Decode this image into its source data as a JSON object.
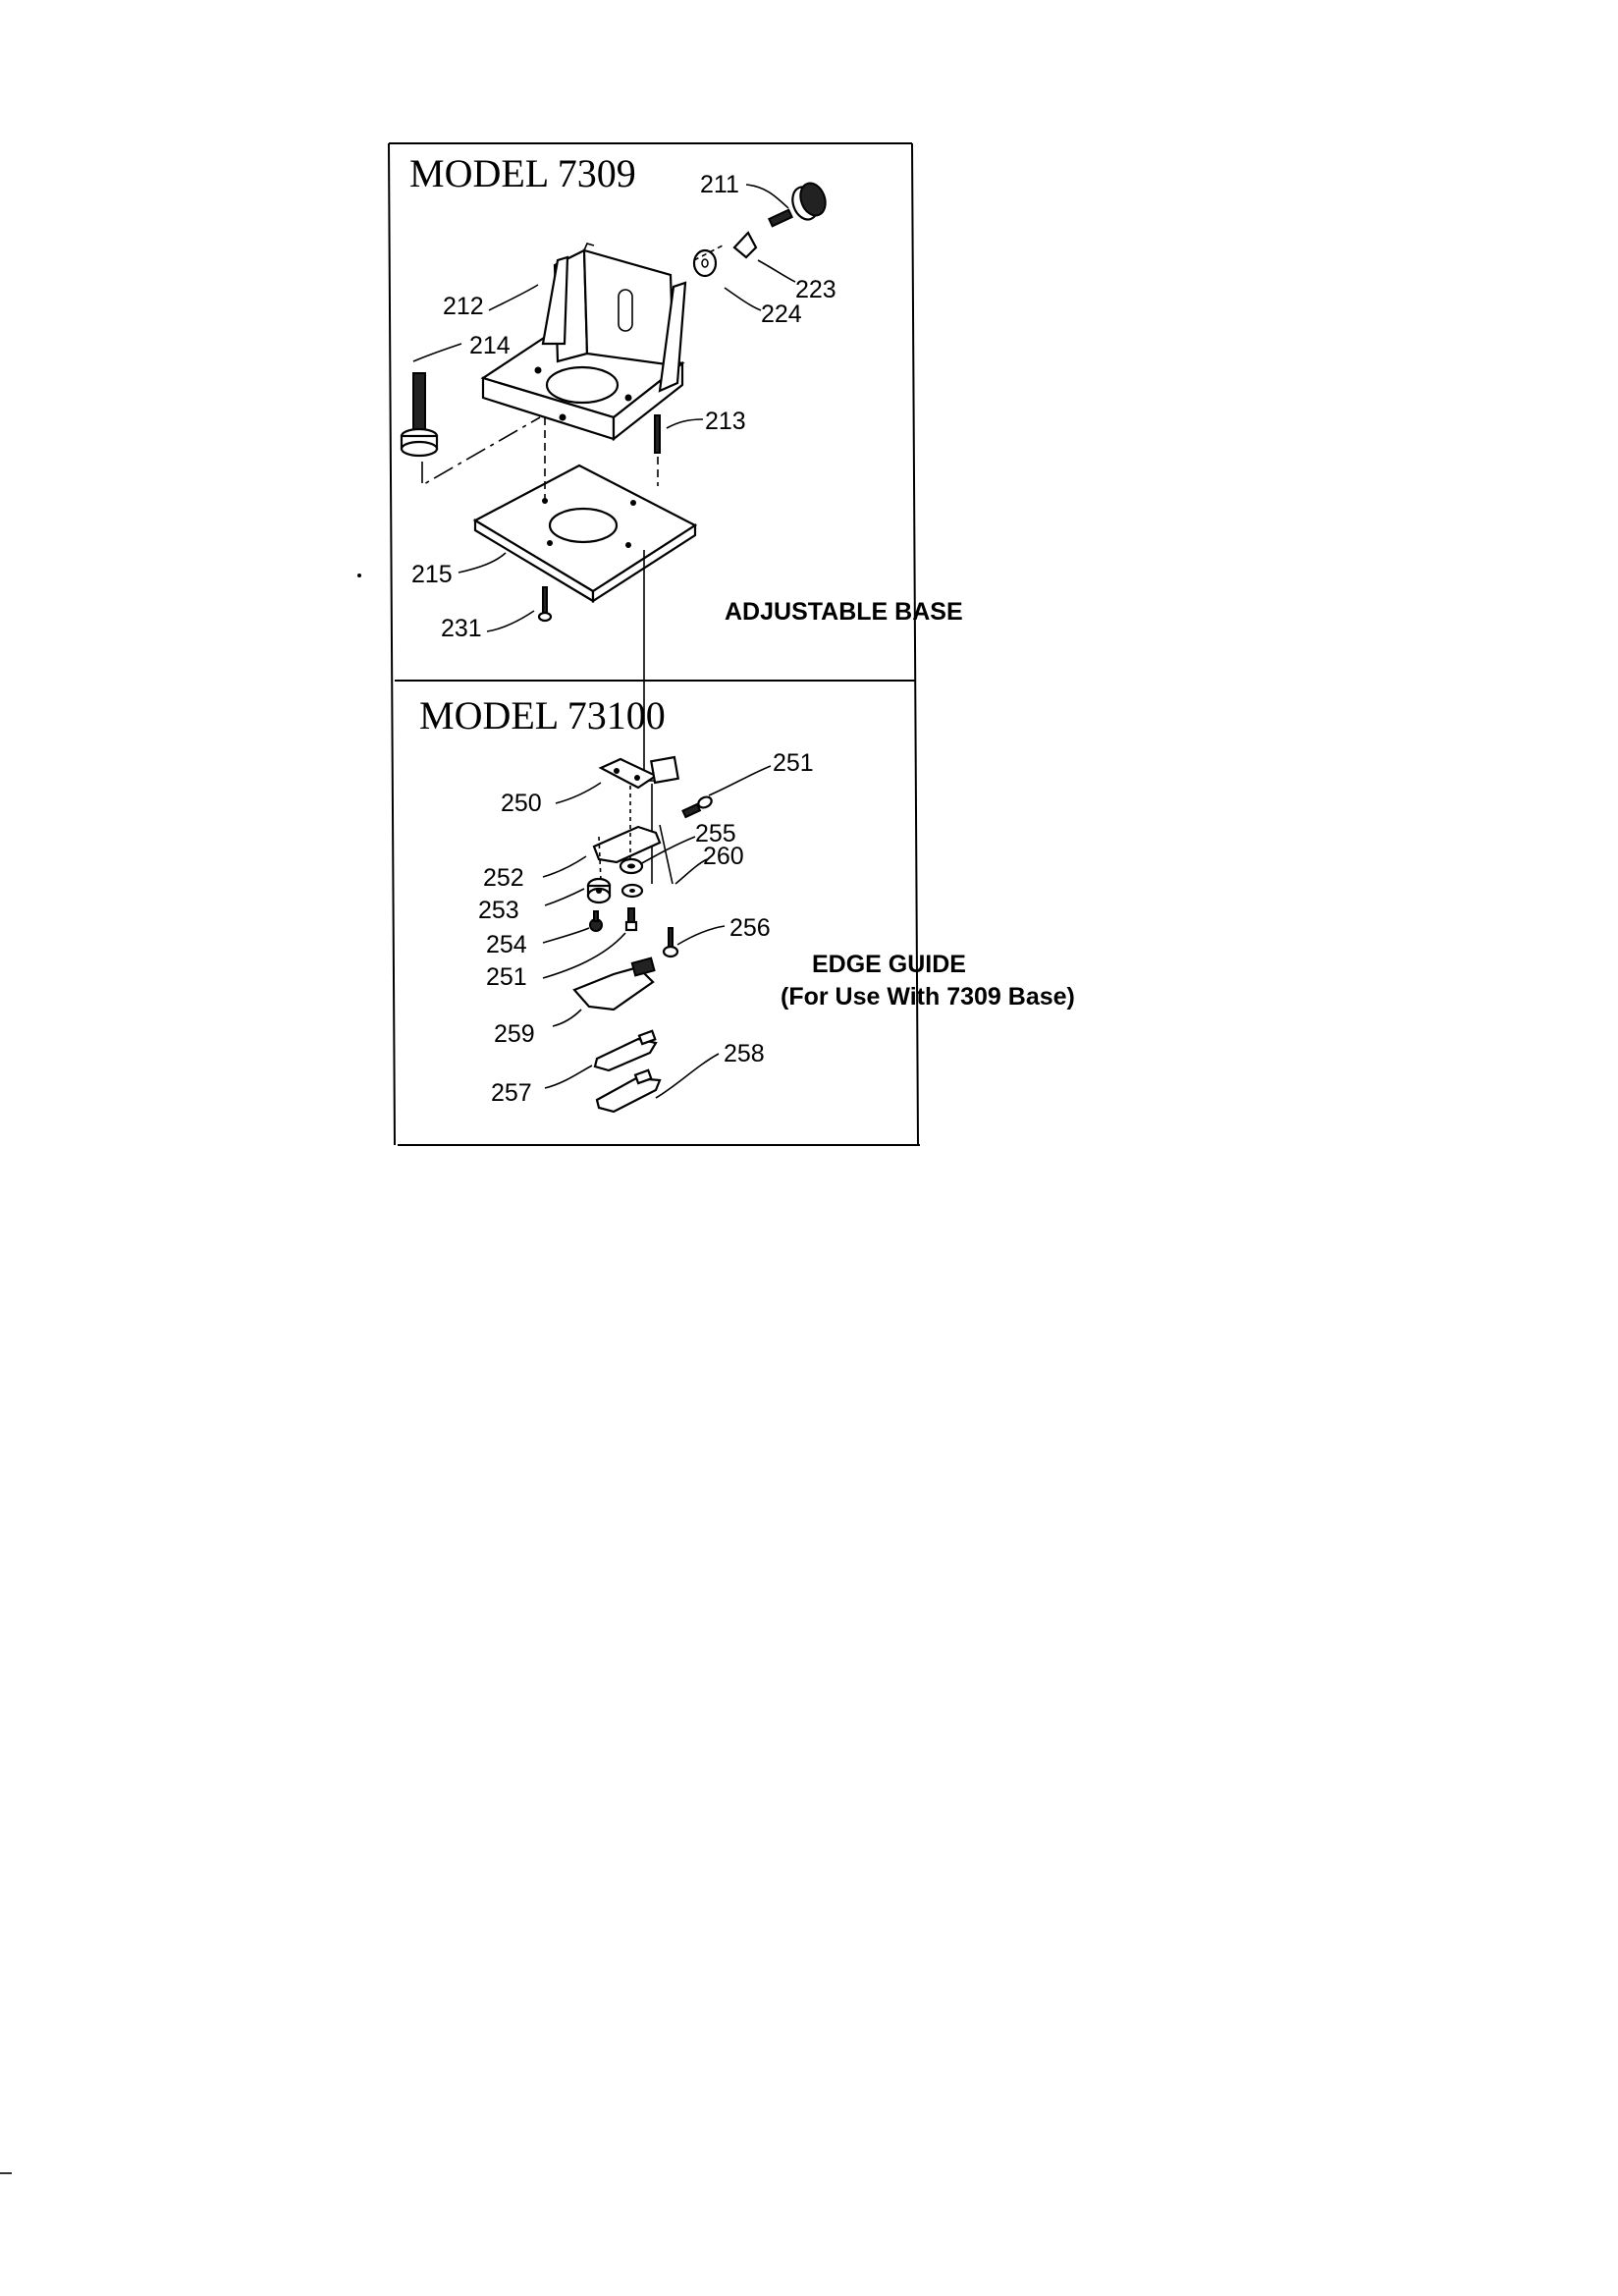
{
  "panels": {
    "top": {
      "title": "MODEL 7309",
      "caption": "ADJUSTABLE BASE"
    },
    "bottom": {
      "title": "MODEL 73100",
      "caption_line1": "EDGE GUIDE",
      "caption_line2": "(For Use With 7309 Base)"
    }
  },
  "callouts": {
    "p211": "211",
    "p212": "212",
    "p213": "213",
    "p214": "214",
    "p215": "215",
    "p223": "223",
    "p224": "224",
    "p231": "231",
    "p250": "250",
    "p251a": "251",
    "p251b": "251",
    "p252": "252",
    "p253": "253",
    "p254": "254",
    "p255": "255",
    "p256": "256",
    "p257": "257",
    "p258": "258",
    "p259": "259",
    "p260": "260"
  }
}
